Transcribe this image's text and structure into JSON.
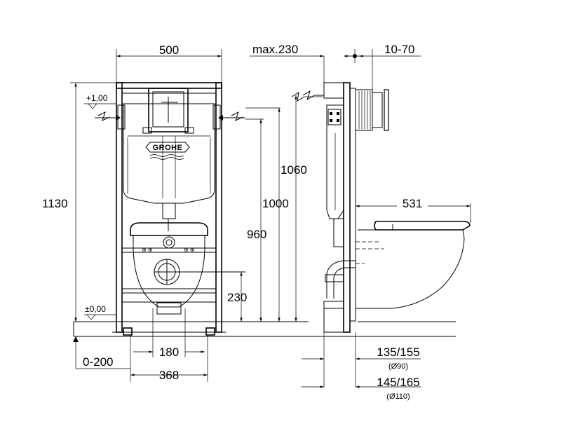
{
  "front_view": {
    "width_label": "500",
    "height_label": "1130",
    "level_top_label": "+1,00",
    "level_floor_label": "±0,00",
    "center_label": "180",
    "bottom_width_label": "368",
    "floor_offset_label": "0-200",
    "waste_height_label": "230",
    "brand_label": "GROHE"
  },
  "side_view": {
    "max_label": "max.230",
    "plate_label": "10-70",
    "frame_height_label": "1060",
    "bowl_height_label": "1000",
    "outlet_height_label": "960",
    "depth_label": "531",
    "pipe1_label": "135/155",
    "pipe1_dia_label": "(Ø90)",
    "pipe2_label": "145/165",
    "pipe2_dia_label": "(Ø110)"
  }
}
